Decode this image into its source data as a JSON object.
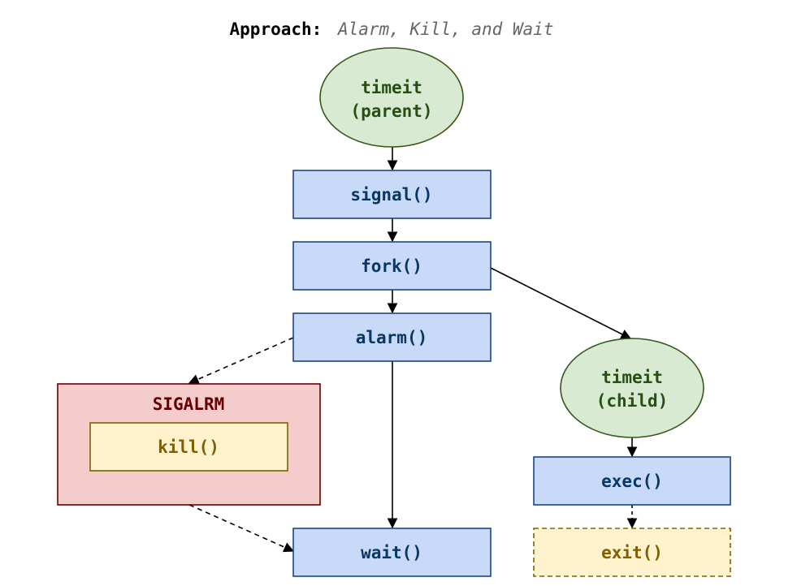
{
  "title": {
    "label": "Approach:",
    "value": "Alarm, Kill, and Wait"
  },
  "nodes": {
    "timeit_parent": {
      "line1": "timeit",
      "line2": "(parent)"
    },
    "signal": {
      "label": "signal()"
    },
    "fork": {
      "label": "fork()"
    },
    "alarm": {
      "label": "alarm()"
    },
    "sigalrm": {
      "label": "SIGALRM"
    },
    "kill": {
      "label": "kill()"
    },
    "wait": {
      "label": "wait()"
    },
    "timeit_child": {
      "line1": "timeit",
      "line2": "(child)"
    },
    "exec": {
      "label": "exec()"
    },
    "exit": {
      "label": "exit()"
    }
  },
  "colors": {
    "ellipse_fill": "#d9ead3",
    "ellipse_stroke": "#38571a",
    "ellipse_text": "#274e13",
    "box_fill": "#c9daf8",
    "box_stroke": "#1c4587",
    "box_text": "#073763",
    "signal_fill": "#f4cccc",
    "signal_stroke": "#660000",
    "signal_text": "#660000",
    "handler_fill": "#fff2cc",
    "handler_stroke": "#7f6000",
    "handler_text": "#7f6000"
  }
}
